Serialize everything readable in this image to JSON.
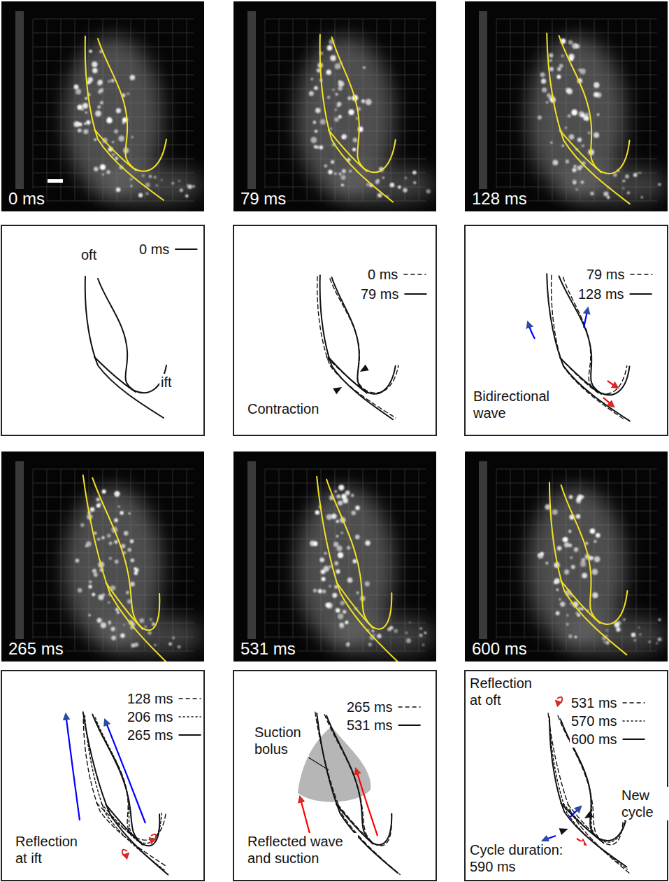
{
  "diagram": {
    "labels": [
      "0 ms",
      "79 ms",
      "128 ms",
      "oft",
      "0 ms",
      "ift",
      "0 ms",
      "79 ms",
      "Contraction",
      "79 ms",
      "128 ms",
      "Bidirectional wave",
      "265 ms",
      "531 ms",
      "600 ms",
      "128 ms",
      "206 ms",
      "265 ms",
      "Reflection at ift",
      "265 ms",
      "531 ms",
      "Suction bolus",
      "Reflected wave and suction",
      "Reflection at oft",
      "531 ms",
      "570 ms",
      "600 ms",
      "New cycle",
      "Cycle duration: 590 ms"
    ]
  }
}
